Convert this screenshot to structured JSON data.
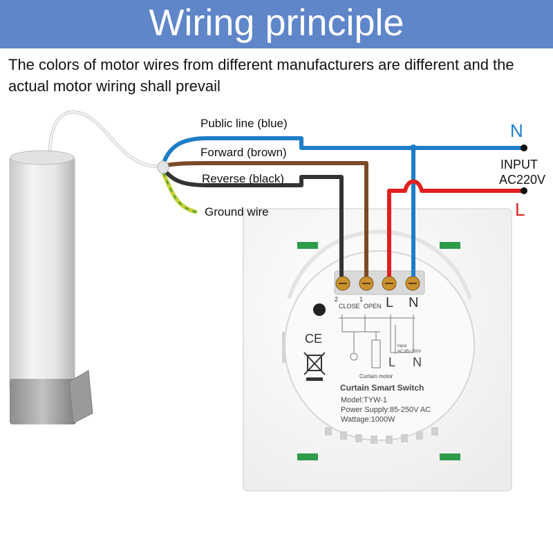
{
  "header": {
    "title": "Wiring principle",
    "subtitle": "The colors of motor wires from different manufacturers are different and the actual motor wiring shall prevail"
  },
  "wires": {
    "public_line": "Public line (blue)",
    "forward": "Forward (brown)",
    "reverse": "Reverse (black)",
    "ground": "Ground wire"
  },
  "input": {
    "n": "N",
    "label": "INPUT",
    "voltage": "AC220V",
    "l": "L"
  },
  "switch": {
    "term1_num": "2",
    "term1_label": "CLOSE",
    "term2_num": "1",
    "term2_label": "OPEN",
    "term3": "L",
    "term4": "N",
    "mini_input": "Input",
    "mini_ac": "AC 85~250V",
    "mini_l": "L",
    "mini_n": "N",
    "motor_label": "Curtain motor",
    "ce": "CE",
    "product_name": "Curtain Smart Switch",
    "model": "Model:TYW-1",
    "power": "Power Supply:85-250V AC",
    "wattage": "Wattage:1000W"
  },
  "colors": {
    "banner": "#5f86c9",
    "blue_wire": "#1e7ec8",
    "brown_wire": "#7a4a28",
    "black_wire": "#333333",
    "red_wire": "#e02020",
    "ground_wire": "#c8d23a"
  }
}
